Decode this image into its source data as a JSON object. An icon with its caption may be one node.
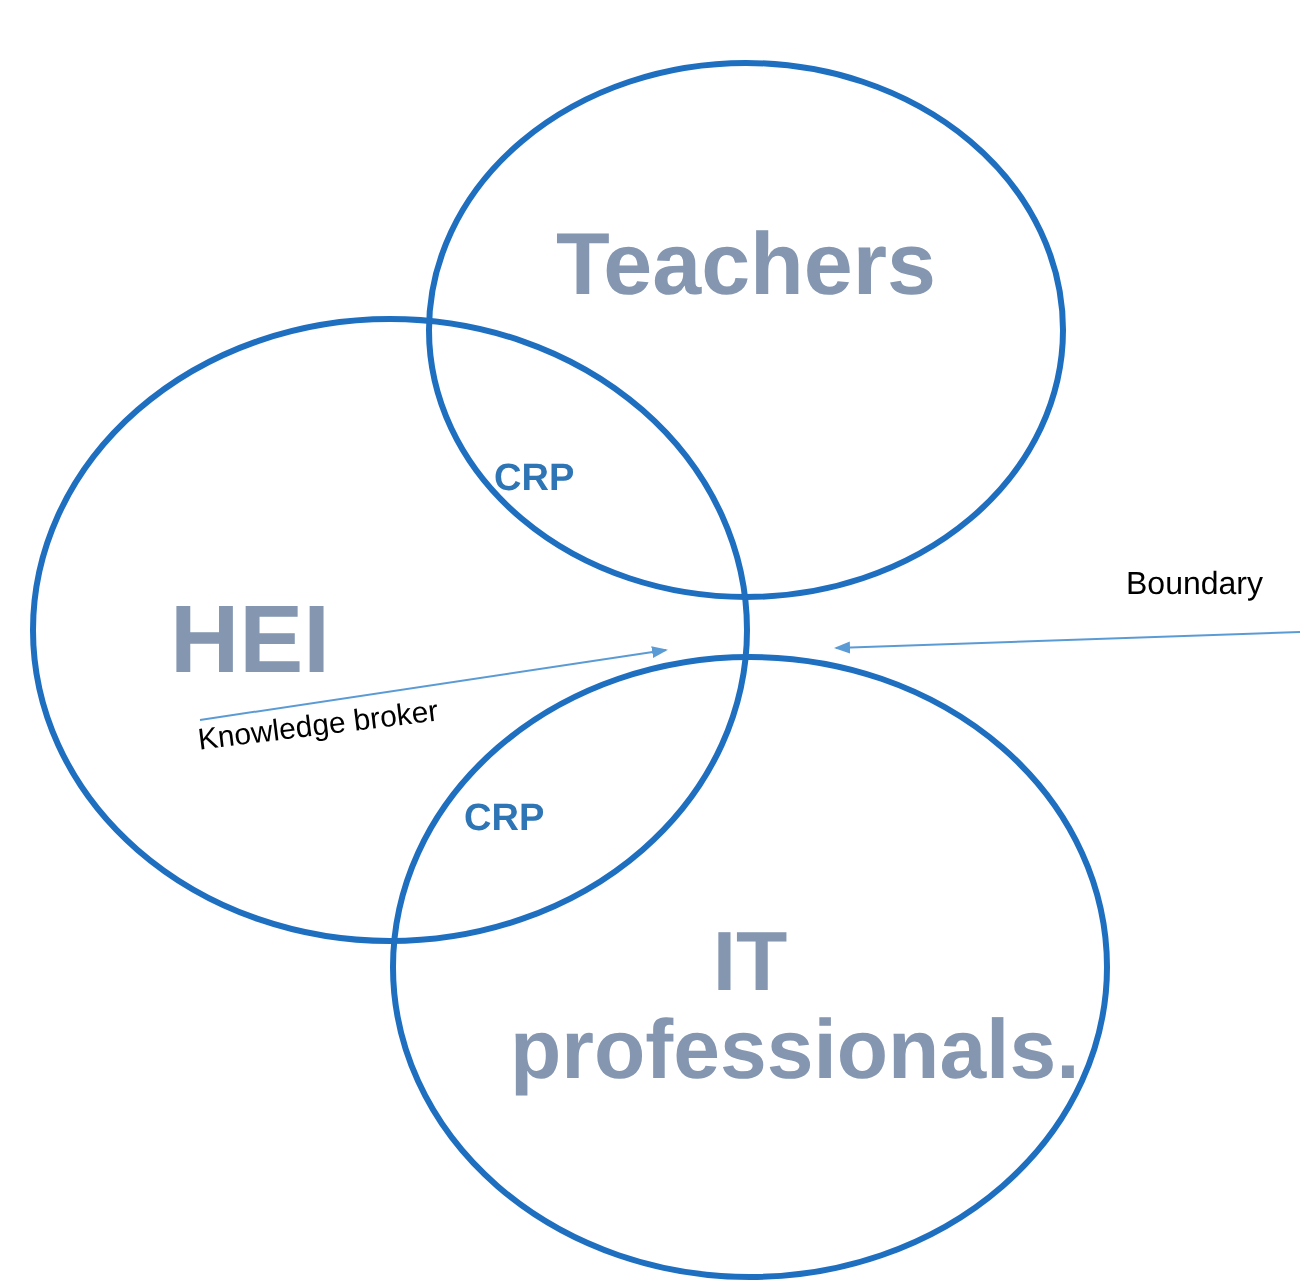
{
  "diagram": {
    "nodes": [
      {
        "text": [
          "Teachers"
        ]
      },
      {
        "text": [
          "HEI"
        ]
      },
      {
        "text": [
          "IT professionals."
        ]
      },
      {
        "text": [
          "Knowledge broker"
        ],
        "in": 1
      },
      {
        "text": [
          "Boundary"
        ]
      }
    ],
    "edges": [
      {
        "from": 3,
        "to": 2,
        "arrow": "to"
      },
      {
        "from": 4,
        "to": 2,
        "arrow": "to"
      }
    ],
    "labels": [
      "CRP",
      "CRP"
    ]
  }
}
